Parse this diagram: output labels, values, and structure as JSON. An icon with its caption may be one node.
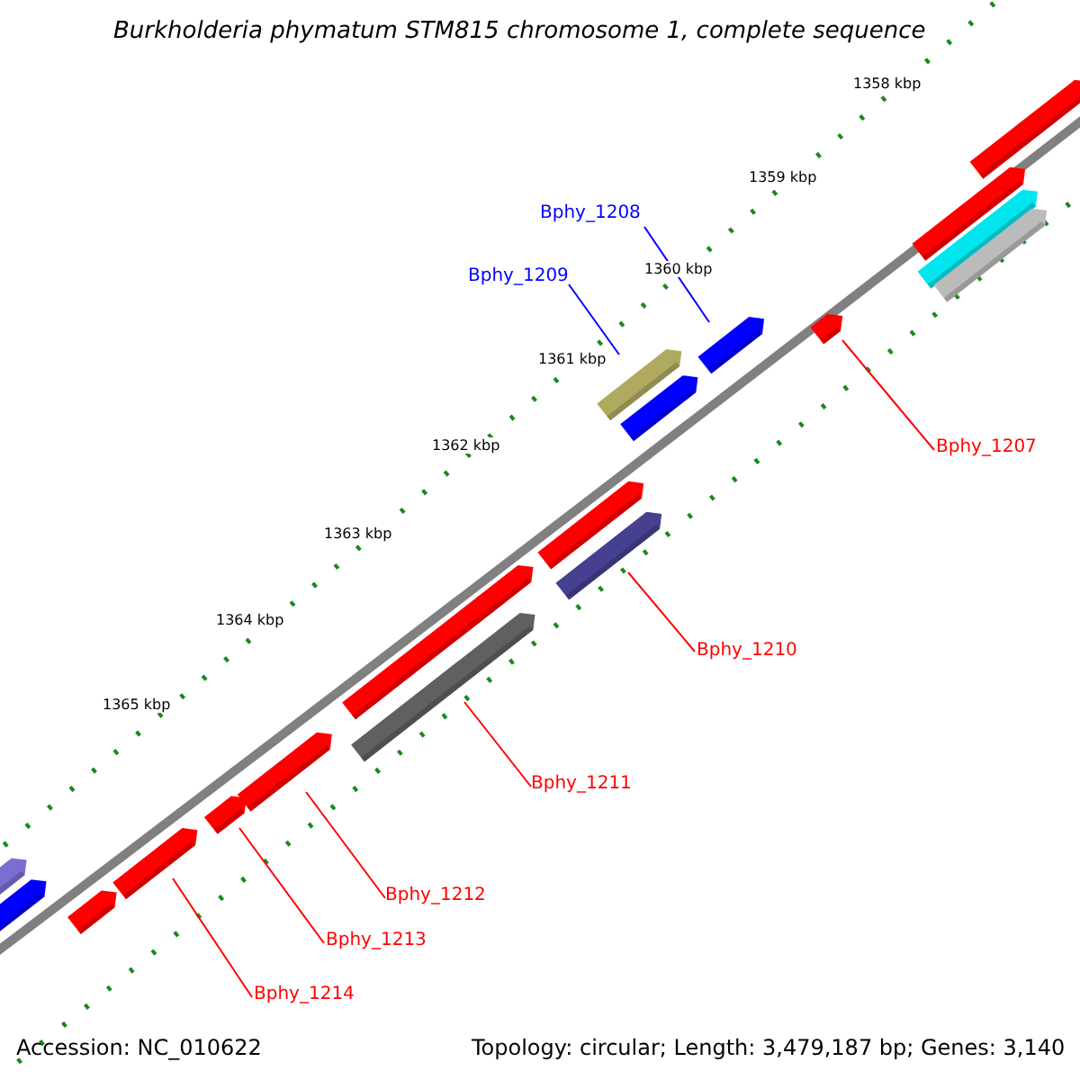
{
  "diagram": {
    "title": "Burkholderia phymatum STM815 chromosome 1, complete sequence",
    "nodes": [
      {
        "text": [
          "Bphy_1208"
        ]
      },
      {
        "text": [
          "Bphy_1209"
        ]
      },
      {
        "text": [
          "Bphy_1207"
        ]
      },
      {
        "text": [
          "Bphy_1210"
        ]
      },
      {
        "text": [
          "Bphy_1211"
        ]
      },
      {
        "text": [
          "Bphy_1212"
        ]
      },
      {
        "text": [
          "Bphy_1213"
        ]
      },
      {
        "text": [
          "Bphy_1214"
        ]
      },
      {
        "text": [],
        "shape": "bar"
      },
      {
        "text": [],
        "shape": "bar"
      },
      {
        "text": [],
        "shape": "bar"
      },
      {
        "text": [],
        "shape": "bar"
      },
      {
        "text": [],
        "shape": "bar"
      },
      {
        "text": [],
        "shape": "bar"
      },
      {
        "text": [],
        "shape": "bar"
      },
      {
        "text": [],
        "shape": "bar"
      },
      {
        "text": [],
        "shape": "bar"
      },
      {
        "text": [],
        "shape": "bar"
      },
      {
        "text": [],
        "shape": "bar"
      },
      {
        "text": [],
        "shape": "bar"
      },
      {
        "text": [],
        "shape": "bar"
      },
      {
        "text": [],
        "shape": "bar"
      },
      {
        "text": [],
        "shape": "bar"
      },
      {
        "text": [],
        "shape": "bar"
      },
      {
        "text": [],
        "shape": "bar"
      },
      {
        "text": [],
        "shape": "bar"
      }
    ],
    "edges": [
      {
        "from": 0,
        "to": 8,
        "arrow": "none",
        "color": "#0000ff"
      },
      {
        "from": 1,
        "to": 9,
        "arrow": "none",
        "color": "#0000ff"
      },
      {
        "from": 2,
        "to": 10,
        "arrow": "none"
      },
      {
        "from": 3,
        "to": 11,
        "arrow": "none"
      },
      {
        "from": 4,
        "to": 12,
        "arrow": "none"
      },
      {
        "from": 5,
        "to": 13,
        "arrow": "none"
      },
      {
        "from": 6,
        "to": 14,
        "arrow": "none"
      },
      {
        "from": 7,
        "to": 15,
        "arrow": "none"
      }
    ],
    "labels": [
      "1358 kbp",
      "1359 kbp",
      "1360 kbp",
      "1361 kbp",
      "1362 kbp",
      "1363 kbp",
      "1364 kbp",
      "1365 kbp",
      "Accession: NC_010622",
      "Topology: circular; Length: 3,479,187 bp; Genes: 3,140"
    ]
  }
}
